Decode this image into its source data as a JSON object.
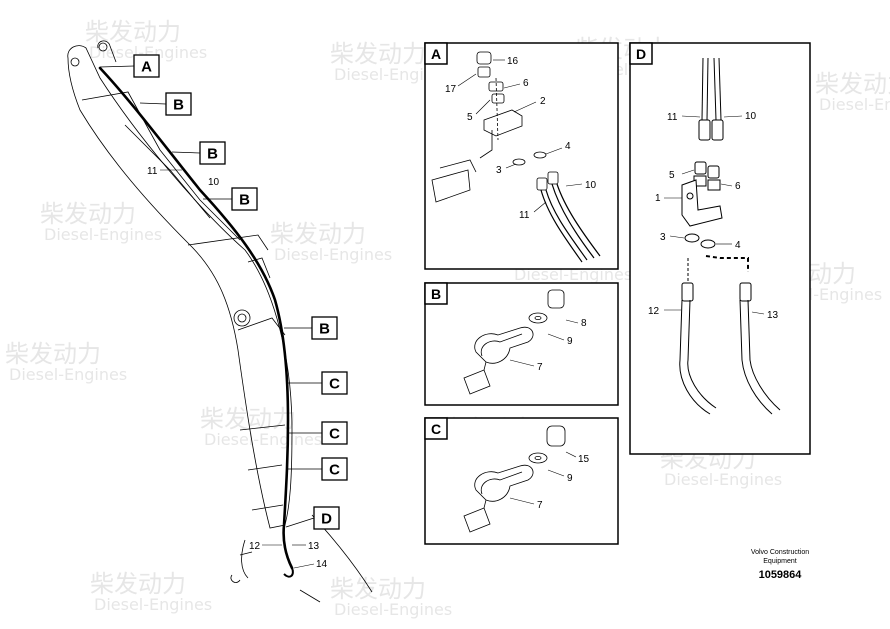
{
  "watermark": {
    "cn": "柴发动力",
    "en": "Diesel-Engines"
  },
  "footer": {
    "line1": "Volvo Construction",
    "line2": "Equipment",
    "doc_no": "1059864"
  },
  "main_view": {
    "labels": {
      "a": "A",
      "b": "B",
      "c": "C",
      "d": "D"
    },
    "parts": {
      "p10": "10",
      "p11": "11",
      "p12": "12",
      "p13": "13",
      "p14": "14"
    }
  },
  "detail_a": {
    "letter": "A",
    "parts": {
      "p16": "16",
      "p17": "17",
      "p6": "6",
      "p2": "2",
      "p5": "5",
      "p4": "4",
      "p3": "3",
      "p10": "10",
      "p11": "11"
    }
  },
  "detail_b": {
    "letter": "B",
    "parts": {
      "p8": "8",
      "p9": "9",
      "p7": "7"
    }
  },
  "detail_c": {
    "letter": "C",
    "parts": {
      "p15": "15",
      "p9": "9",
      "p7": "7"
    }
  },
  "detail_d": {
    "letter": "D",
    "parts": {
      "p11": "11",
      "p10": "10",
      "p5": "5",
      "p6": "6",
      "p1": "1",
      "p3": "3",
      "p4": "4",
      "p12": "12",
      "p13": "13"
    }
  }
}
